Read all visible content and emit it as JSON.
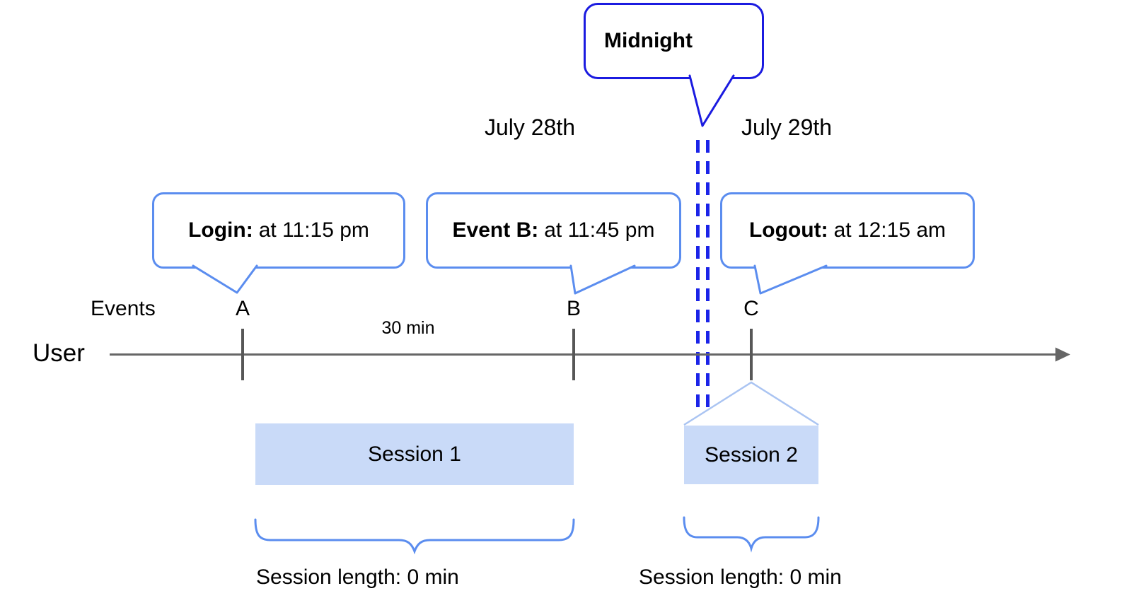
{
  "colors": {
    "midnight_border": "#1b1be0",
    "midnight_dash": "#1b24e8",
    "callout_border": "#5b8def",
    "session_fill": "#c9daf8",
    "connector": "#aac4f2",
    "axis": "#666666",
    "tick": "#575757"
  },
  "midnight_callout": {
    "label": "Midnight"
  },
  "date_labels": {
    "before_midnight": "July 28th",
    "after_midnight": "July 29th"
  },
  "event_callouts": [
    {
      "bold": "Login:",
      "text": "at 11:15 pm"
    },
    {
      "bold": "Event B:",
      "text": "at 11:45 pm"
    },
    {
      "bold": "Logout:",
      "text": "at 12:15 am"
    }
  ],
  "timeline": {
    "events_label": "Events",
    "user_label": "User",
    "interval_label": "30 min",
    "event_markers": [
      "A",
      "B",
      "C"
    ]
  },
  "sessions": [
    {
      "label": "Session 1",
      "length_label": "Session length: 0 min"
    },
    {
      "label": "Session 2",
      "length_label": "Session length: 0 min"
    }
  ]
}
